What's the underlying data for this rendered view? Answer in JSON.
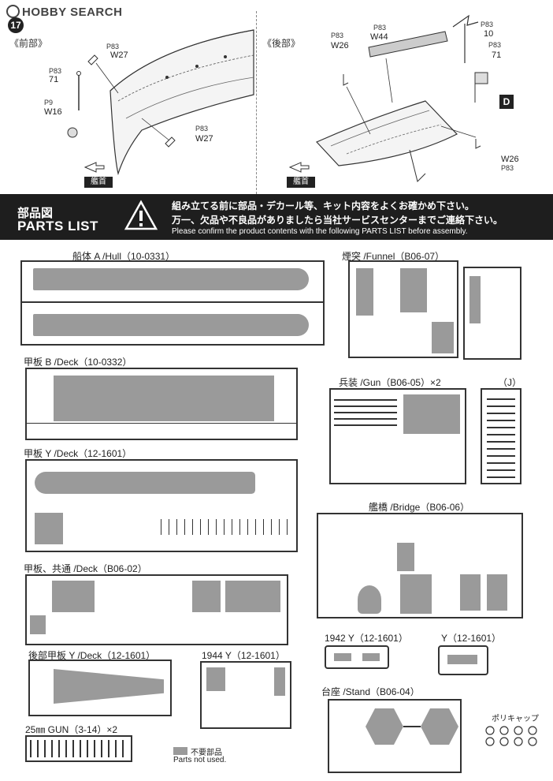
{
  "header": {
    "logo_text": "HOBBY SEARCH",
    "step_number": "17"
  },
  "assembly": {
    "front_label": "《前部》",
    "rear_label": "《後部》",
    "bow_label": "艦首",
    "front_parts": [
      {
        "code": "W27",
        "tag": "P83"
      },
      {
        "code": "71",
        "tag": "P83"
      },
      {
        "code": "W16",
        "tag": "P9"
      },
      {
        "code": "W27",
        "tag": "P83"
      }
    ],
    "rear_parts": [
      {
        "code": "W44",
        "tag": "P83"
      },
      {
        "code": "W26",
        "tag": "P83"
      },
      {
        "code": "10",
        "tag": "P83"
      },
      {
        "code": "71",
        "tag": "P83"
      },
      {
        "code": "W26",
        "tag": "P83"
      }
    ],
    "decal_badge": "D"
  },
  "banner": {
    "title_jp": "部品図",
    "title_en": "PARTS LIST",
    "line1": "組み立てる前に部品・デカール等、キット内容をよくお確かめ下さい。",
    "line2": "万一、欠品や不良品がありましたら当社サービスセンターまでご連絡下さい。",
    "line3": "Please confirm the product contents with the following PARTS LIST before assembly."
  },
  "sprues": {
    "hull": "船体 A /Hull（10-0331）",
    "deck_b": "甲板 B /Deck（10-0332）",
    "deck_y": "甲板 Y /Deck（12-1601）",
    "deck_common": "甲板、共通 /Deck（B06-02）",
    "rear_deck": "後部甲板 Y /Deck（12-1601）",
    "gun25": "25㎜ GUN（3-14）×2",
    "funnel": "煙突 /Funnel（B06-07）",
    "gun": "兵装 /Gun（B06-05）×2",
    "j": "（J）",
    "bridge": "艦橋 /Bridge（B06-06）",
    "y1942": "1942 Y（12-1601）",
    "y1944": "1944 Y（12-1601）",
    "y": "Y（12-1601）",
    "stand": "台座 /Stand（B06-04）",
    "polycap": "ポリキャップ"
  },
  "legend": {
    "jp": "不要部品",
    "en": "Parts not used."
  }
}
